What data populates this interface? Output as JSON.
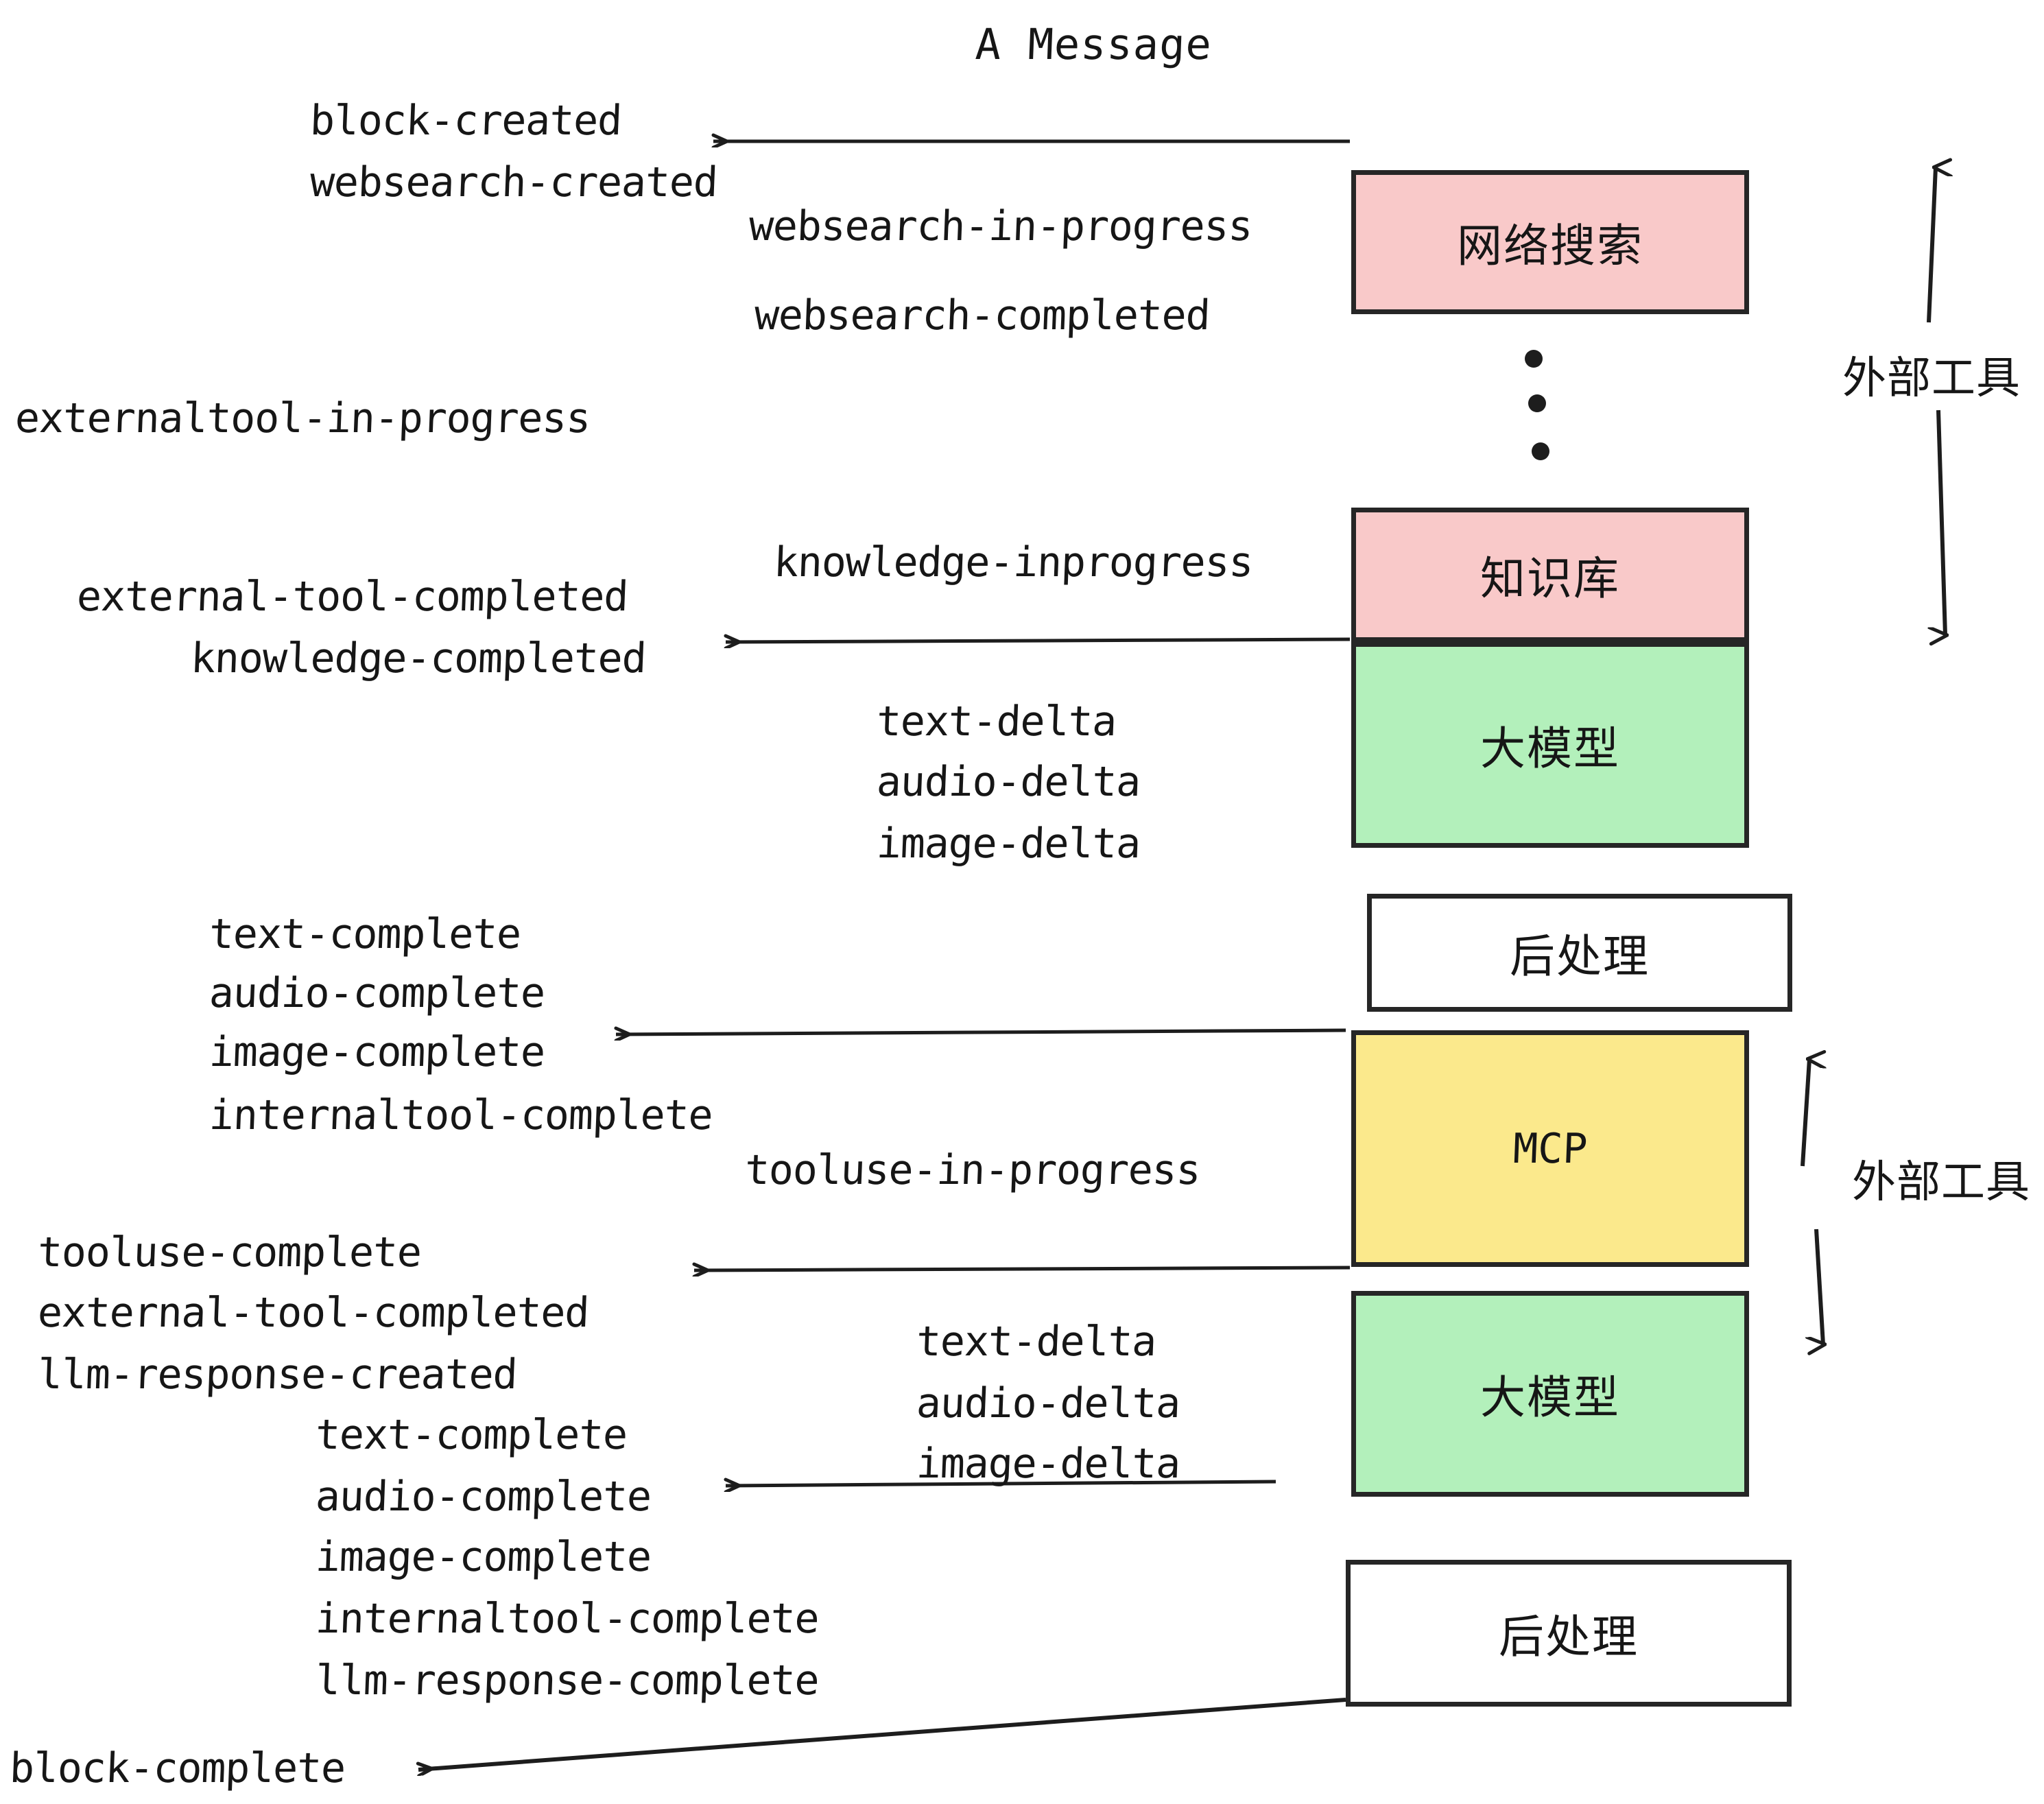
{
  "title": "A Message",
  "colors": {
    "pink": "#F9C9C9",
    "green": "#B3F0BB",
    "yellow": "#FBE98C",
    "white": "#FFFFFF",
    "stroke": "#262626",
    "text": "#161616"
  },
  "boxes": [
    {
      "id": "websearch",
      "label": "网络搜索",
      "fill": "#F9C9C9"
    },
    {
      "id": "knowledgebase",
      "label": "知识库",
      "fill": "#F9C9C9"
    },
    {
      "id": "llm-1",
      "label": "大模型",
      "fill": "#B3F0BB"
    },
    {
      "id": "postprocess-1",
      "label": "后处理",
      "fill": "#FFFFFF"
    },
    {
      "id": "mcp",
      "label": "MCP",
      "fill": "#FBE98C"
    },
    {
      "id": "llm-2",
      "label": "大模型",
      "fill": "#B3F0BB"
    },
    {
      "id": "postprocess-2",
      "label": "后处理",
      "fill": "#FFFFFF"
    }
  ],
  "side_labels": [
    {
      "id": "external-tool-top",
      "label": "外部工具"
    },
    {
      "id": "external-tool-bottom",
      "label": "外部工具"
    }
  ],
  "events": [
    {
      "id": "block-created",
      "label": "block-created"
    },
    {
      "id": "websearch-created",
      "label": "websearch-created"
    },
    {
      "id": "websearch-in-progress",
      "label": "websearch-in-progress"
    },
    {
      "id": "websearch-completed",
      "label": "websearch-completed"
    },
    {
      "id": "externaltool-in-progress",
      "label": "externaltool-in-progress"
    },
    {
      "id": "knowledge-inprogress",
      "label": "knowledge-inprogress"
    },
    {
      "id": "external-tool-completed-1",
      "label": "external-tool-completed"
    },
    {
      "id": "knowledge-completed",
      "label": "knowledge-completed"
    },
    {
      "id": "text-delta-1",
      "label": "text-delta"
    },
    {
      "id": "audio-delta-1",
      "label": "audio-delta"
    },
    {
      "id": "image-delta-1",
      "label": "image-delta"
    },
    {
      "id": "text-complete-1",
      "label": "text-complete"
    },
    {
      "id": "audio-complete-1",
      "label": "audio-complete"
    },
    {
      "id": "image-complete-1",
      "label": "image-complete"
    },
    {
      "id": "internaltool-complete-1",
      "label": "internaltool-complete"
    },
    {
      "id": "tooluse-in-progress",
      "label": "tooluse-in-progress"
    },
    {
      "id": "tooluse-complete",
      "label": "tooluse-complete"
    },
    {
      "id": "external-tool-completed-2",
      "label": "external-tool-completed"
    },
    {
      "id": "llm-response-created",
      "label": "llm-response-created"
    },
    {
      "id": "text-delta-2",
      "label": "text-delta"
    },
    {
      "id": "audio-delta-2",
      "label": "audio-delta"
    },
    {
      "id": "image-delta-2",
      "label": "image-delta"
    },
    {
      "id": "text-complete-2",
      "label": "text-complete"
    },
    {
      "id": "audio-complete-2",
      "label": "audio-complete"
    },
    {
      "id": "image-complete-2",
      "label": "image-complete"
    },
    {
      "id": "internaltool-complete-2",
      "label": "internaltool-complete"
    },
    {
      "id": "llm-response-complete",
      "label": "llm-response-complete"
    },
    {
      "id": "block-complete",
      "label": "block-complete"
    }
  ]
}
